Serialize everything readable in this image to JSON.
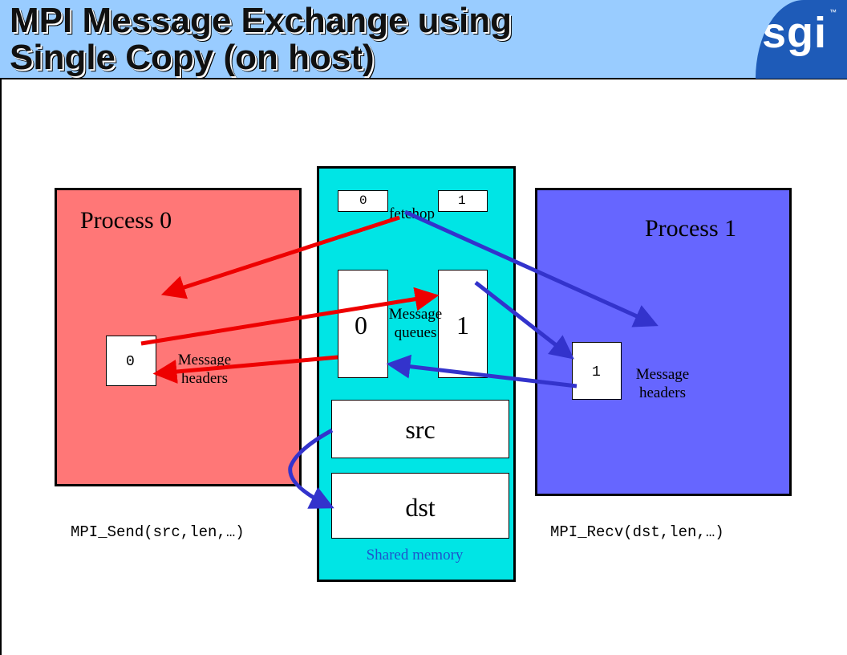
{
  "title": {
    "line1": "MPI Message Exchange using",
    "line2": "Single Copy (on host)"
  },
  "logo": {
    "text": "sgi",
    "tm": "™"
  },
  "process0": {
    "label": "Process 0",
    "header_value": "0",
    "header_label_line1": "Message",
    "header_label_line2": "headers",
    "call": "MPI_Send(src,len,…)"
  },
  "process1": {
    "label": "Process 1",
    "header_value": "1",
    "header_label_line1": "Message",
    "header_label_line2": "headers",
    "call": "MPI_Recv(dst,len,…)"
  },
  "shared_memory": {
    "label": "Shared memory",
    "fetchop_label": "fetchop",
    "fetchop_cells": [
      "0",
      "1"
    ],
    "queue_cells": [
      "0",
      "1"
    ],
    "queues_label_line1": "Message",
    "queues_label_line2": "queues",
    "src_label": "src",
    "dst_label": "dst"
  },
  "colors": {
    "process0_fill": "#ff7777",
    "process1_fill": "#6666ff",
    "shared_fill": "#00e5e5",
    "red_arrow": "#ee0000",
    "blue_arrow": "#3333cc",
    "header_band": "#99ccff",
    "logo_bg": "#1e5bb8"
  }
}
